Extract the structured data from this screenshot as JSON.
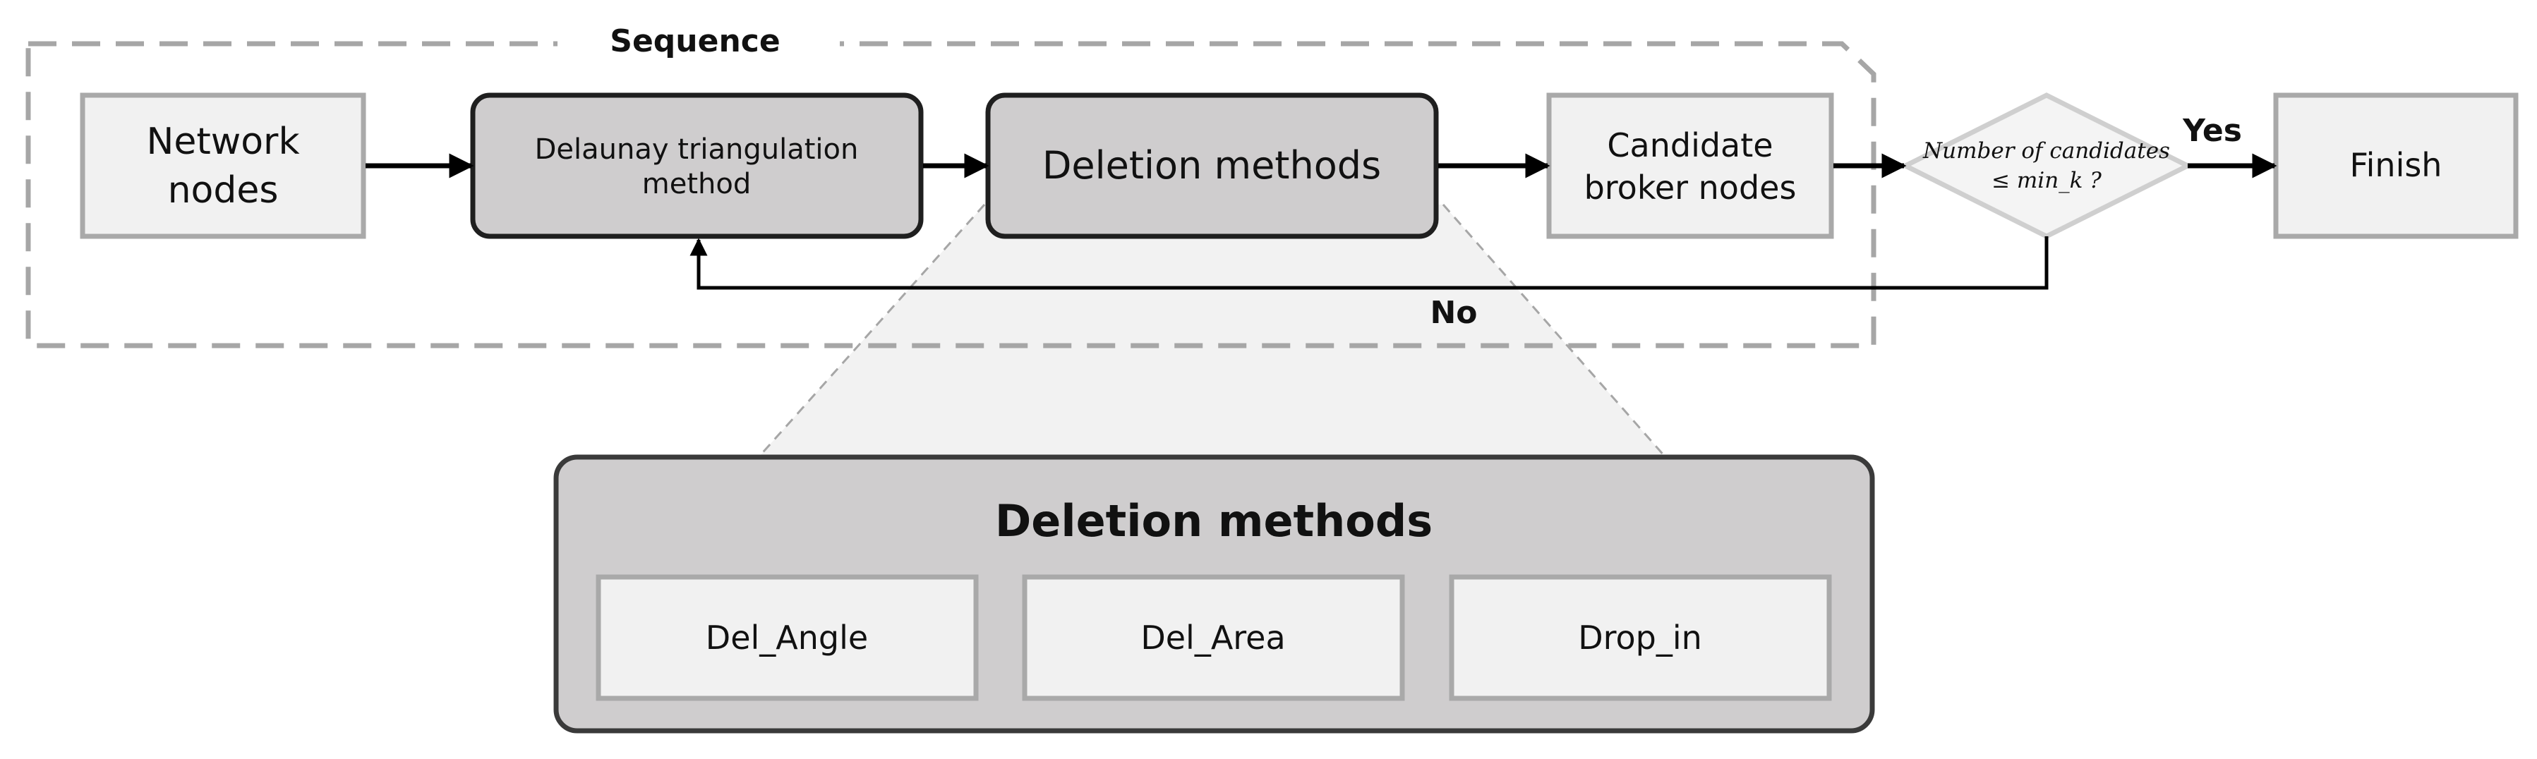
{
  "sequence_label": "Sequence",
  "nodes": {
    "network_nodes": [
      "Network",
      "nodes"
    ],
    "delaunay": [
      "Delaunay triangulation",
      "method"
    ],
    "deletion_methods": "Deletion methods",
    "candidate": [
      "Candidate",
      "broker nodes"
    ],
    "decision": [
      "Number of candidates",
      "≤ min_k ?"
    ],
    "finish": "Finish"
  },
  "edge_labels": {
    "yes": "Yes",
    "no": "No"
  },
  "detail": {
    "title": "Deletion methods",
    "items": [
      "Del_Angle",
      "Del_Area",
      "Drop_in"
    ]
  },
  "colors": {
    "light_box_fill": "#f1f1f1",
    "light_box_stroke": "#a9a9a9",
    "dark_box_fill": "#cfcdce",
    "dark_box_stroke": "#1f1f1f",
    "dashed_border": "#a6a6a6",
    "arrow": "#000000"
  }
}
